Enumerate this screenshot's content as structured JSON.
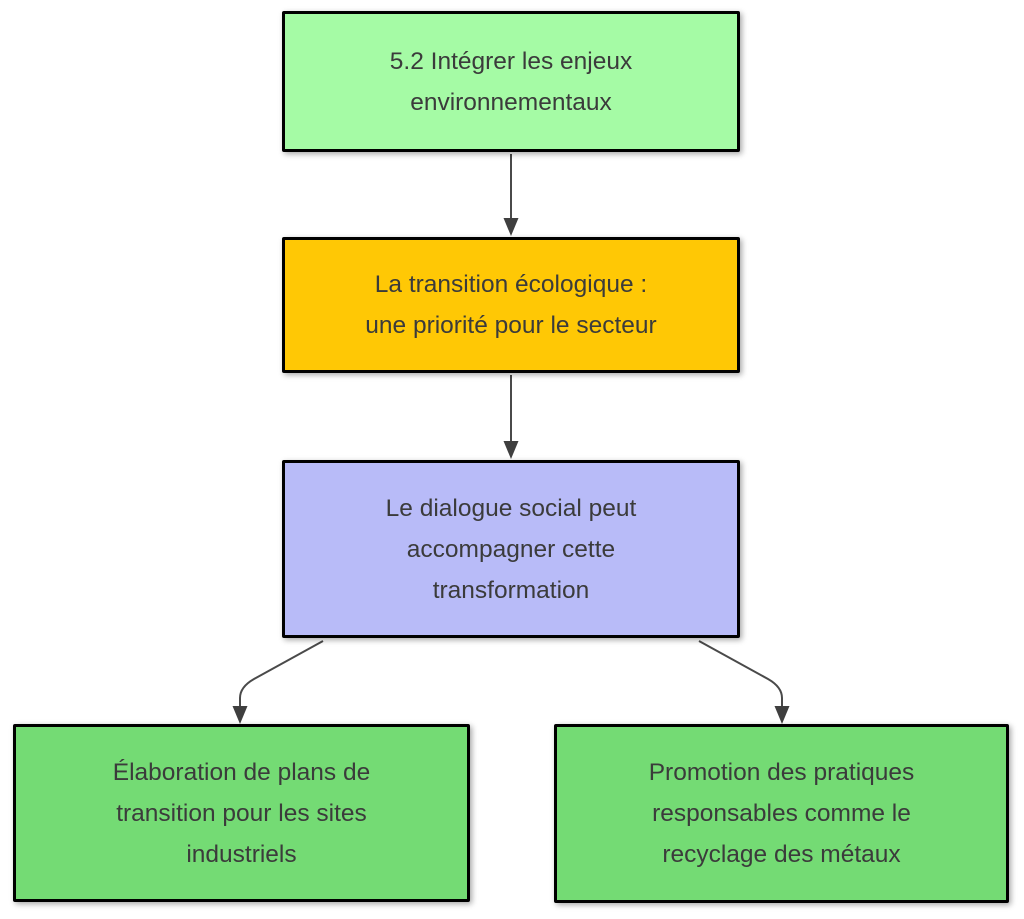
{
  "page": {
    "background_color": "#ffffff"
  },
  "diagram": {
    "type": "flowchart",
    "direction": "top-down",
    "text_color": "#3b3b3b",
    "border_color": "#000000",
    "edge_color": "#4a4a4a",
    "arrowhead_color": "#3f3f3f",
    "nodes": [
      {
        "id": "integrer-enjeux",
        "label": "5.2 Intégrer les enjeux\nenvironnementaux",
        "fill": "#a5fba5"
      },
      {
        "id": "transition-ecologique",
        "label": "La transition écologique :\nune priorité pour le secteur",
        "fill": "#ffc805"
      },
      {
        "id": "dialogue-social",
        "label": "Le dialogue social peut\naccompagner cette\ntransformation",
        "fill": "#b8bbf8"
      },
      {
        "id": "plans-transition",
        "label": "Élaboration de plans de\ntransition pour les sites\nindustriels",
        "fill": "#74db74"
      },
      {
        "id": "promotion-pratiques",
        "label": "Promotion des pratiques\nresponsables comme le\nrecyclage des métaux",
        "fill": "#74db74"
      }
    ],
    "edges": [
      {
        "from": "integrer-enjeux",
        "to": "transition-ecologique"
      },
      {
        "from": "transition-ecologique",
        "to": "dialogue-social"
      },
      {
        "from": "dialogue-social",
        "to": "plans-transition"
      },
      {
        "from": "dialogue-social",
        "to": "promotion-pratiques"
      }
    ]
  }
}
